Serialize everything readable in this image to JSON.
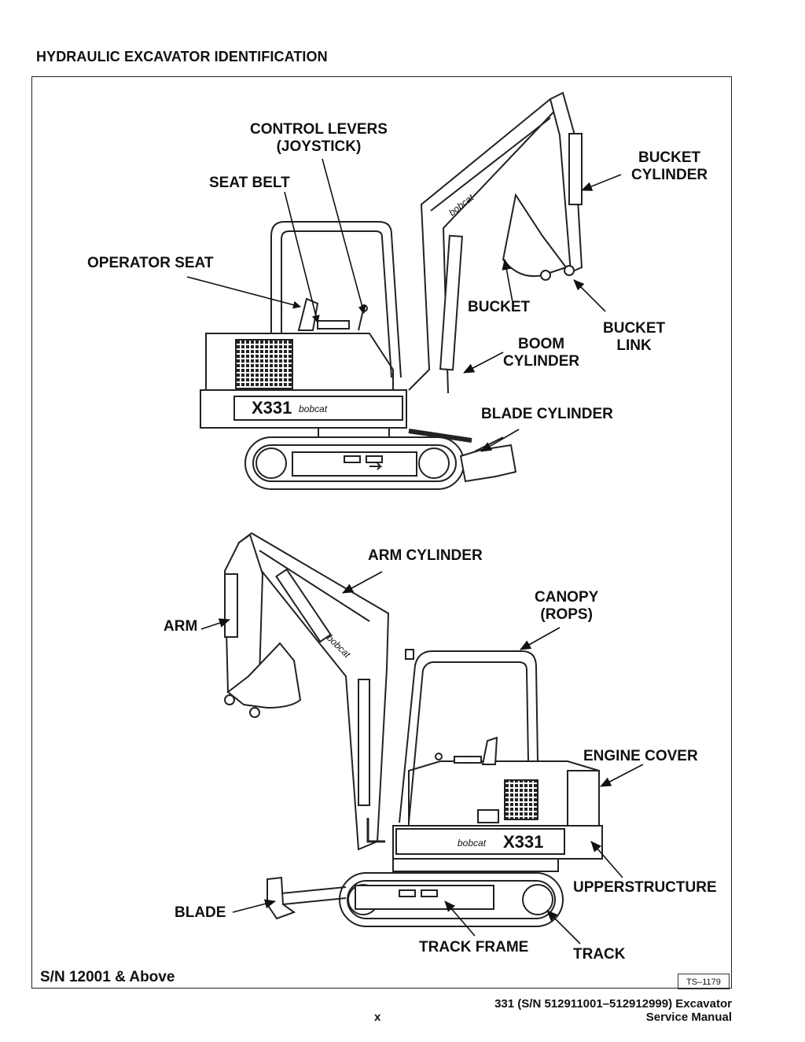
{
  "page_title": "HYDRAULIC EXCAVATOR IDENTIFICATION",
  "labels": {
    "control_levers": "CONTROL LEVERS\n(JOYSTICK)",
    "seat_belt": "SEAT BELT",
    "operator_seat": "OPERATOR SEAT",
    "bucket_cylinder": "BUCKET\nCYLINDER",
    "bucket": "BUCKET",
    "bucket_link": "BUCKET\nLINK",
    "boom_cylinder": "BOOM\nCYLINDER",
    "blade_cylinder": "BLADE CYLINDER",
    "arm_cylinder": "ARM CYLINDER",
    "canopy": "CANOPY\n(ROPS)",
    "arm": "ARM",
    "engine_cover": "ENGINE COVER",
    "upperstructure": "UPPERSTRUCTURE",
    "blade": "BLADE",
    "track_frame": "TRACK FRAME",
    "track": "TRACK"
  },
  "machine_decals": {
    "model": "X331",
    "brand": "bobcat"
  },
  "serial_note": "S/N 12001 & Above",
  "figure_code": "TS–1179",
  "footer": {
    "model_line": "331 (S/N 512911001–512912999) Excavator",
    "manual_line": "Service Manual",
    "page_number": "x"
  }
}
